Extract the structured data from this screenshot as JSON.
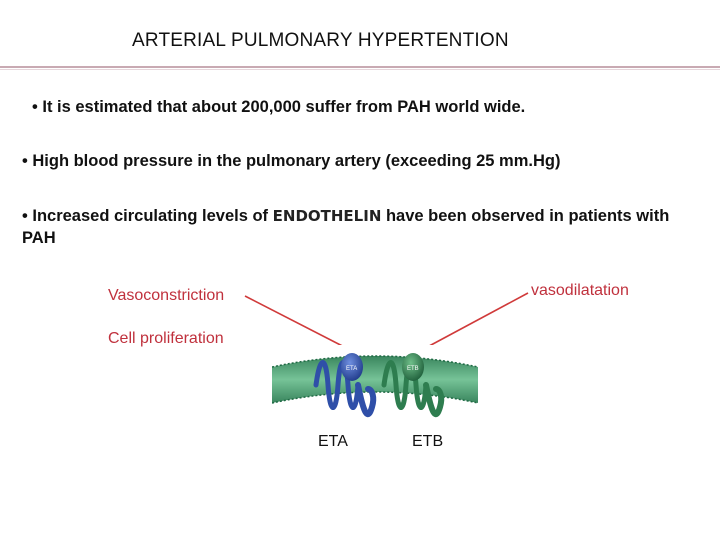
{
  "slide": {
    "title": "ARTERIAL PULMONARY HYPERTENTION",
    "bullets": [
      "• It is estimated that about 200,000 suffer from PAH world wide.",
      "• High blood pressure in the pulmonary artery (exceeding 25 mm.Hg)"
    ],
    "bullet3": {
      "prefix": "• Increased circulating levels of ",
      "emphasis": "ENDOTHELIN",
      "suffix": " have been observed in patients with PAH"
    }
  },
  "figure": {
    "effects": {
      "vasoconstriction": "Vasoconstriction",
      "vasodilatation": "vasodilatation",
      "cell_proliferation": "Cell proliferation"
    },
    "receptors": {
      "eta_label": "ETA",
      "etb_label": "ETB",
      "eta_inner": "ETA",
      "etb_inner": "ETB"
    },
    "colors": {
      "label_red": "#c0313d",
      "arrow_red": "#d03a3a",
      "membrane_green": "#3f9a6a",
      "eta_blue": "#2f4fa8",
      "etb_green": "#2e7d4f"
    }
  }
}
